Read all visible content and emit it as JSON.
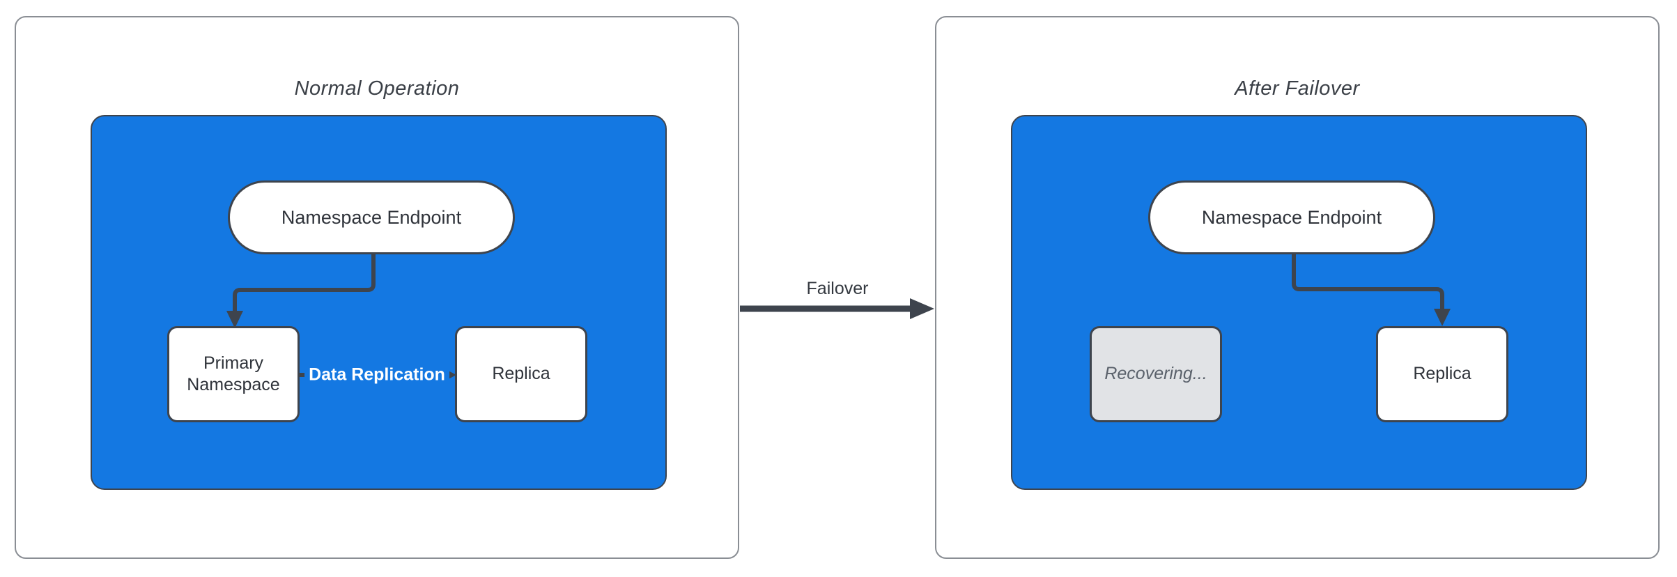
{
  "diagram": {
    "left_panel": {
      "title": "Normal Operation",
      "endpoint_label": "Namespace Endpoint",
      "primary_label": "Primary Namespace",
      "replica_label": "Replica",
      "replication_label": "Data Replication"
    },
    "right_panel": {
      "title": "After Failover",
      "endpoint_label": "Namespace Endpoint",
      "recovering_label": "Recovering...",
      "replica_label": "Replica"
    },
    "transition_label": "Failover"
  },
  "colors": {
    "container_fill": "#1478e2",
    "stroke_dark": "#3e444d",
    "panel_border": "#8a8e94",
    "node_fill": "#ffffff",
    "node_text": "#2f333a",
    "title_text": "#3a3f46",
    "recovering_fill": "#e1e3e6",
    "recovering_text": "#5a616b",
    "replication_label_text": "#ffffff"
  }
}
